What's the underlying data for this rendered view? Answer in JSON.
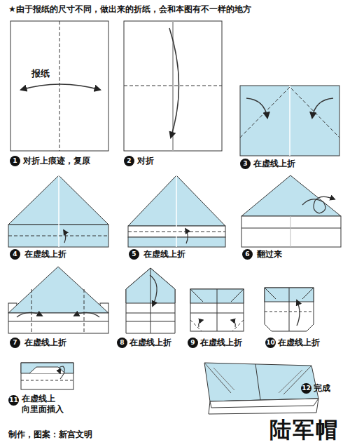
{
  "diagram": {
    "title": "陆军帽",
    "labels": [
      "★由于报纸的尺寸不同，做出来的折纸，会和本图有不一样的地方",
      "报纸",
      "1",
      "对折上痕迹，复原",
      "2",
      "对折",
      "3",
      "在虚线上折",
      "4",
      "在虚线上折",
      "5",
      "在虚线上折",
      "6",
      "翻过来",
      "7",
      "在虚线上折",
      "8",
      "在虚线上折",
      "9",
      "在虚线上折",
      "10",
      "在虚线上折",
      "11",
      "在虚线上 向里面插入",
      "12",
      "完成",
      "制作，图案：新宫文明"
    ]
  }
}
